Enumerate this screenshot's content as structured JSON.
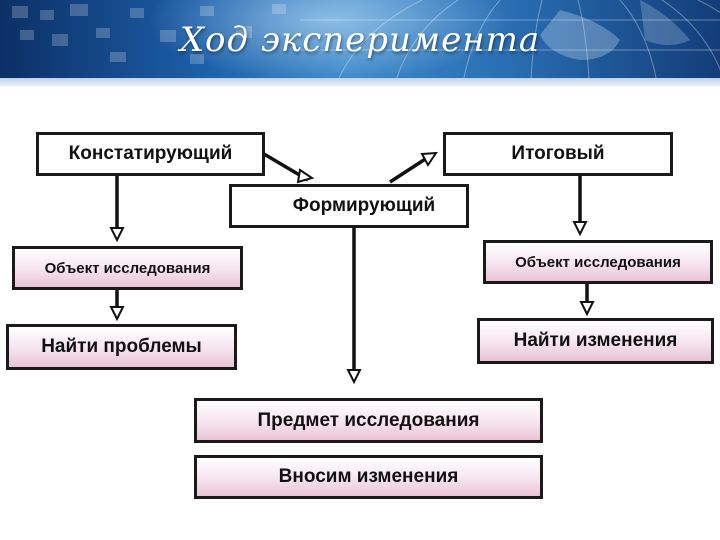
{
  "title": "Ход эксперимента",
  "stages": {
    "ascertaining": "Констатирующий",
    "forming": "Формирующий",
    "final": "Итоговый"
  },
  "left_branch": {
    "object": "Объект исследования",
    "action": "Найти проблемы"
  },
  "right_branch": {
    "object": "Объект исследования",
    "action": "Найти изменения"
  },
  "center_branch": {
    "subject": "Предмет исследования",
    "action": "Вносим изменения"
  }
}
